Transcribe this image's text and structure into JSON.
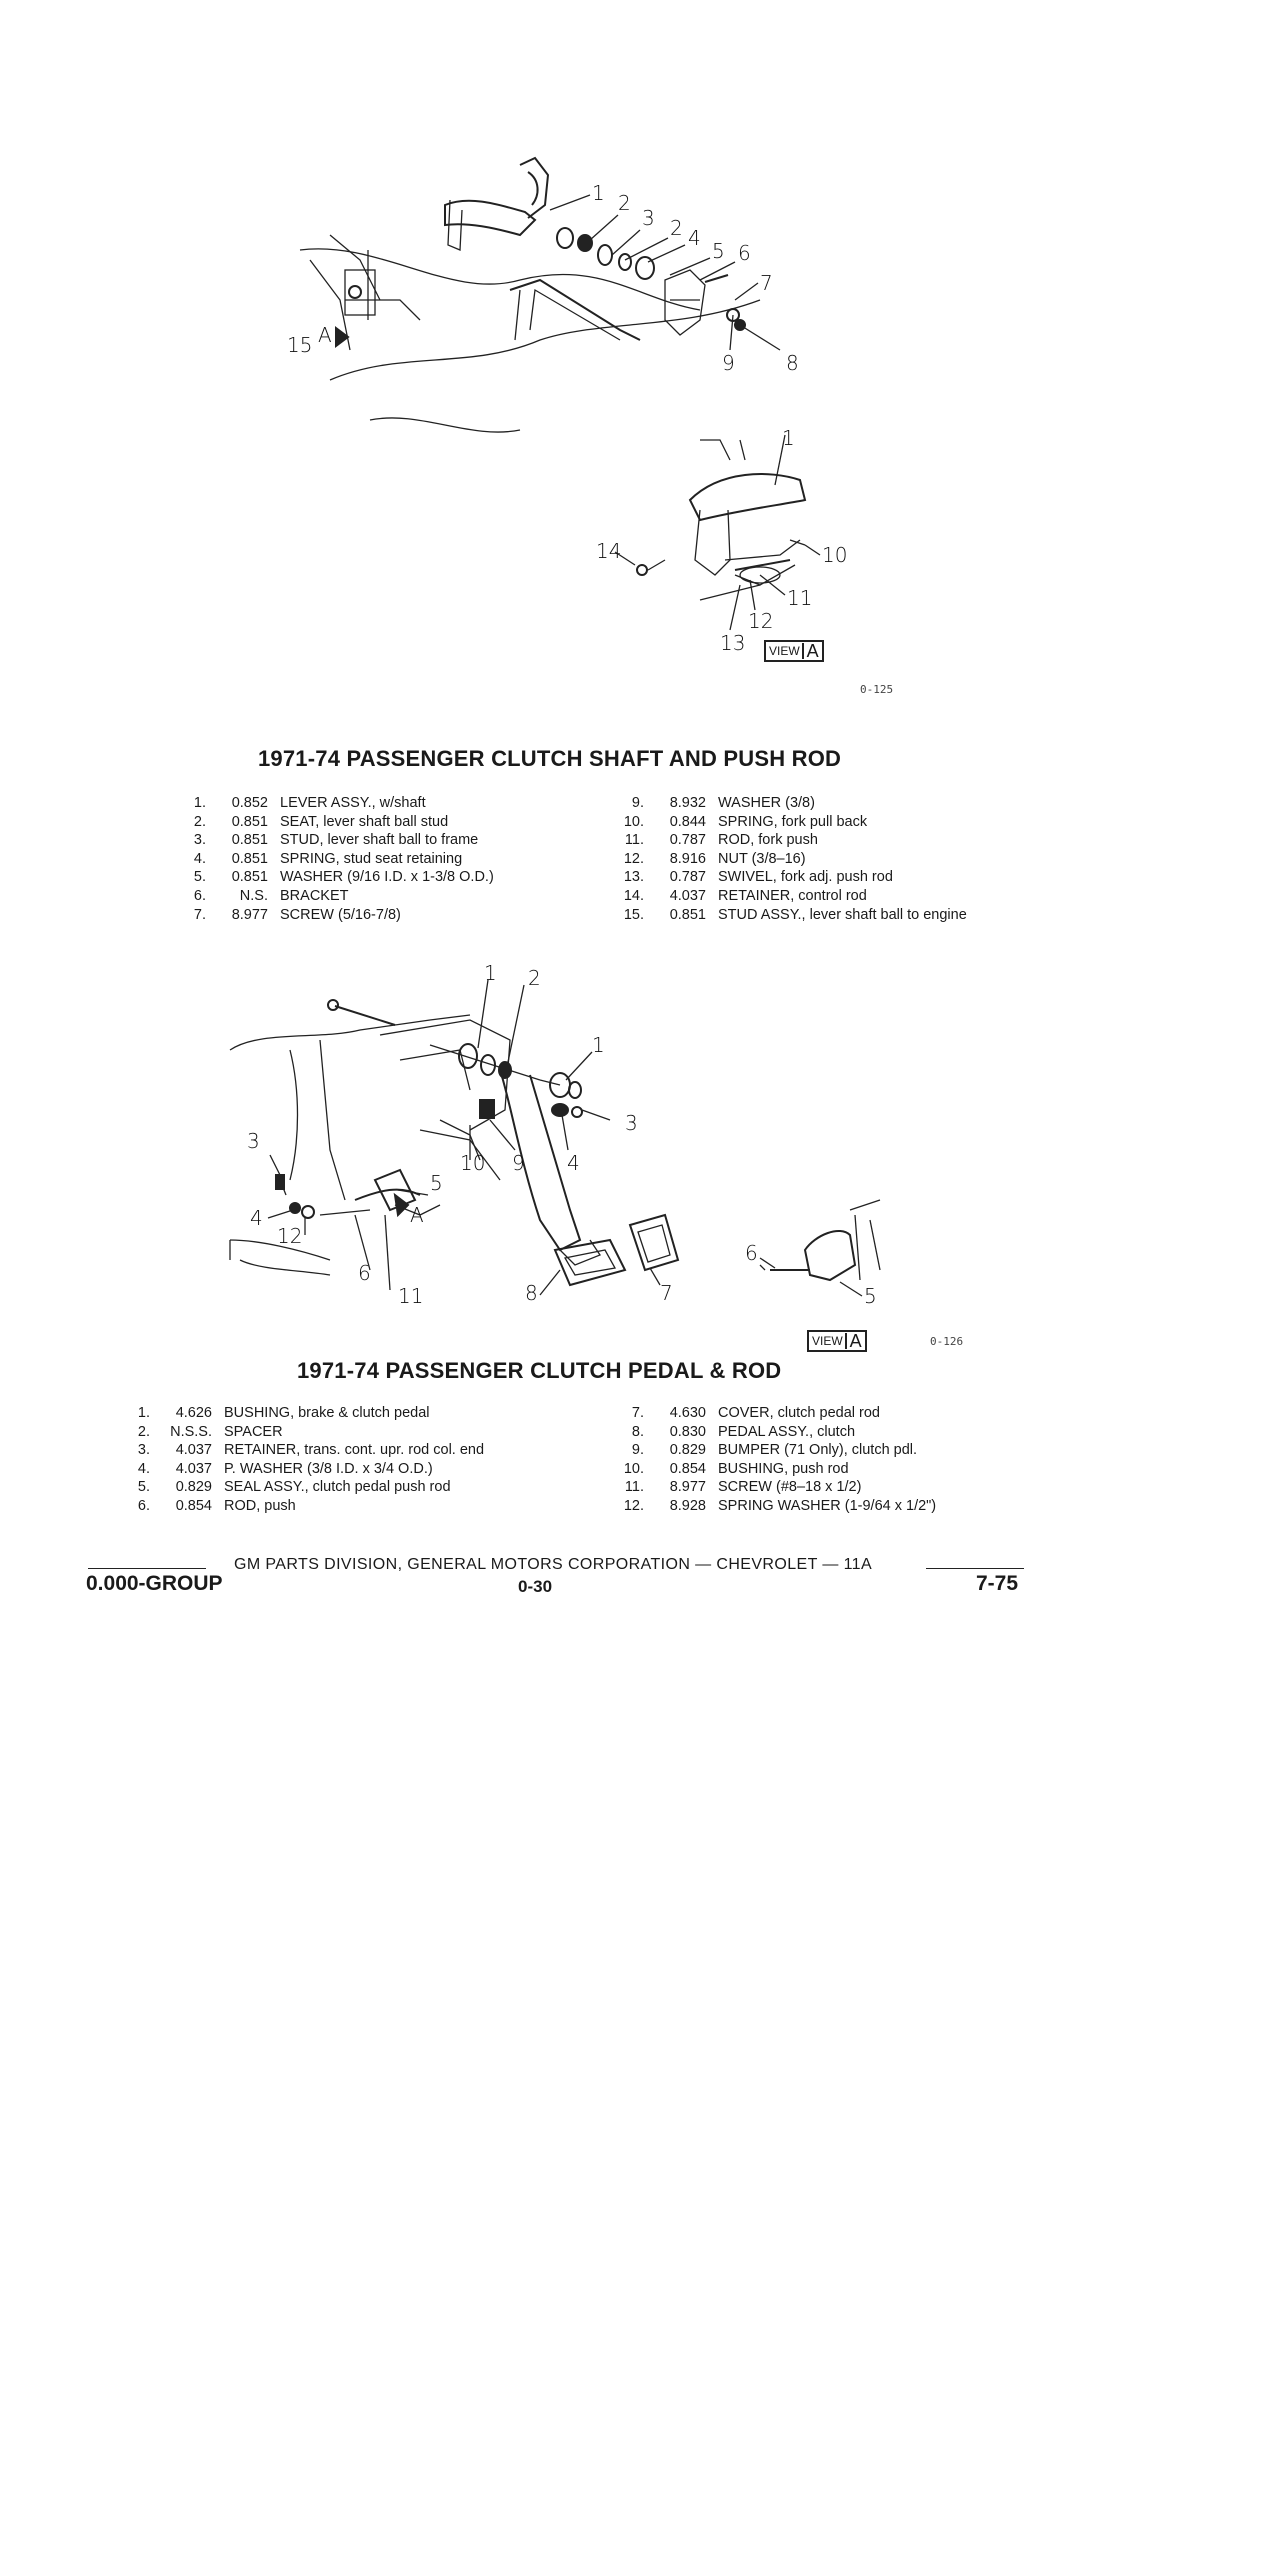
{
  "figure1": {
    "callouts": [
      "1",
      "2",
      "3",
      "2",
      "4",
      "5",
      "6",
      "7",
      "8",
      "9",
      "15",
      "A",
      "1",
      "10",
      "11",
      "12",
      "13",
      "14"
    ],
    "view_label": {
      "small": "VIEW",
      "big": "A"
    },
    "fig_code": "0-125"
  },
  "section1": {
    "title": "1971-74 PASSENGER CLUTCH SHAFT AND PUSH ROD",
    "left_items": [
      {
        "num": "1.",
        "code": "0.852",
        "desc": "LEVER ASSY., w/shaft"
      },
      {
        "num": "2.",
        "code": "0.851",
        "desc": "SEAT, lever shaft ball stud"
      },
      {
        "num": "3.",
        "code": "0.851",
        "desc": "STUD, lever shaft ball to frame"
      },
      {
        "num": "4.",
        "code": "0.851",
        "desc": "SPRING, stud seat retaining"
      },
      {
        "num": "5.",
        "code": "0.851",
        "desc": "WASHER (9/16 I.D. x 1-3/8 O.D.)"
      },
      {
        "num": "6.",
        "code": "N.S.",
        "desc": "BRACKET"
      },
      {
        "num": "7.",
        "code": "8.977",
        "desc": "SCREW (5/16-7/8)"
      }
    ],
    "right_items": [
      {
        "num": "9.",
        "code": "8.932",
        "desc": "WASHER (3/8)"
      },
      {
        "num": "10.",
        "code": "0.844",
        "desc": "SPRING, fork pull back"
      },
      {
        "num": "11.",
        "code": "0.787",
        "desc": "ROD, fork push"
      },
      {
        "num": "12.",
        "code": "8.916",
        "desc": "NUT (3/8–16)"
      },
      {
        "num": "13.",
        "code": "0.787",
        "desc": "SWIVEL, fork adj. push rod"
      },
      {
        "num": "14.",
        "code": "4.037",
        "desc": "RETAINER, control rod"
      },
      {
        "num": "15.",
        "code": "0.851",
        "desc": "STUD ASSY., lever shaft ball to engine"
      }
    ]
  },
  "figure2": {
    "callouts": [
      "1",
      "2",
      "1",
      "3",
      "3",
      "4",
      "4",
      "5",
      "6",
      "7",
      "8",
      "9",
      "10",
      "11",
      "12",
      "A",
      "6",
      "5"
    ],
    "view_label": {
      "small": "VIEW",
      "big": "A"
    },
    "fig_code": "0-126"
  },
  "section2": {
    "title": "1971-74 PASSENGER CLUTCH PEDAL & ROD",
    "left_items": [
      {
        "num": "1.",
        "code": "4.626",
        "desc": "BUSHING, brake & clutch pedal"
      },
      {
        "num": "2.",
        "code": "N.S.S.",
        "desc": "SPACER"
      },
      {
        "num": "3.",
        "code": "4.037",
        "desc": "RETAINER, trans. cont. upr. rod col. end"
      },
      {
        "num": "4.",
        "code": "4.037",
        "desc": "P. WASHER (3/8 I.D. x 3/4 O.D.)"
      },
      {
        "num": "5.",
        "code": "0.829",
        "desc": "SEAL ASSY., clutch pedal push rod"
      },
      {
        "num": "6.",
        "code": "0.854",
        "desc": "ROD, push"
      }
    ],
    "right_items": [
      {
        "num": "7.",
        "code": "4.630",
        "desc": "COVER, clutch pedal rod"
      },
      {
        "num": "8.",
        "code": "0.830",
        "desc": "PEDAL ASSY., clutch"
      },
      {
        "num": "9.",
        "code": "0.829",
        "desc": "BUMPER (71 Only), clutch pdl."
      },
      {
        "num": "10.",
        "code": "0.854",
        "desc": "BUSHING, push rod"
      },
      {
        "num": "11.",
        "code": "8.977",
        "desc": "SCREW (#8–18 x 1/2)"
      },
      {
        "num": "12.",
        "code": "8.928",
        "desc": "SPRING WASHER (1-9/64 x 1/2\")"
      }
    ]
  },
  "footer": {
    "line": "GM PARTS DIVISION, GENERAL MOTORS CORPORATION — CHEVROLET — 11A",
    "group": "0.000-GROUP",
    "center": "0-30",
    "page": "7-75"
  }
}
